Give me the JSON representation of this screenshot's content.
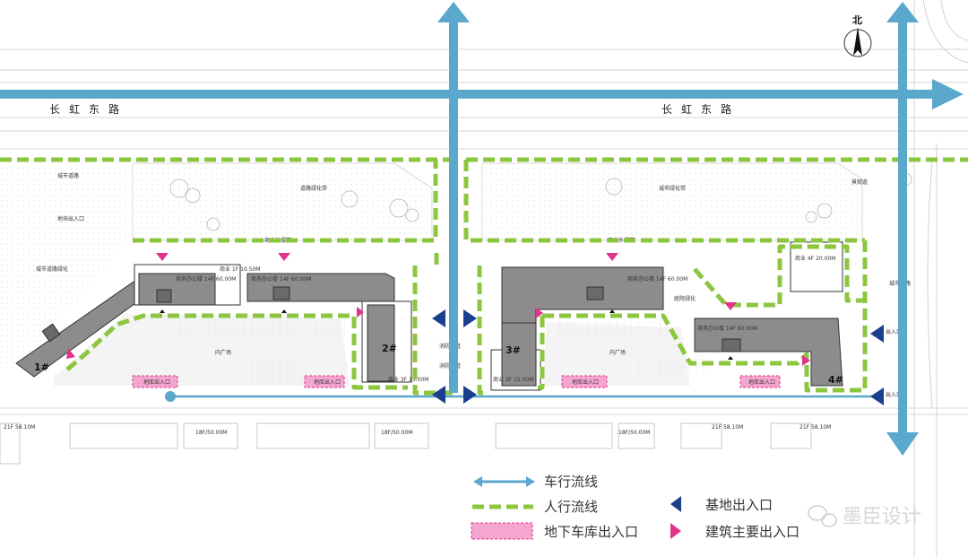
{
  "roads": {
    "main_road_left": "长虹东路",
    "main_road_right": "长虹东路"
  },
  "north_label": "北",
  "building_numbers": {
    "b1": "1#",
    "b2": "2#",
    "b3": "3#",
    "b4": "4#"
  },
  "site_labels": {
    "green_belt_left": "道路绿化带",
    "green_belt_right": "城市绿化带",
    "left_edge_1": "城市道路",
    "left_edge_2": "地块出入口",
    "left_edge_3": "城市道路绿化",
    "commercial_strip": "商业外摆带",
    "commercial_strip_right": "商业外摆带",
    "plaza_left": "内广场",
    "plaza_right": "内广场",
    "greening_right": "庭院绿化",
    "gap_1": "消防通道",
    "gap_2": "消防通道",
    "b1_tag": "商务办公楼 14F 60.00M",
    "b1_tag_2": "商业 1F 10.50M",
    "b2_tag": "商务办公楼 14F 60.00M",
    "b2_tag_2": "商业 3F 15.00M",
    "b3_tag": "商务办公楼 14F 60.00M",
    "b3_tag_2": "商业 3F 15.00M",
    "b4_tag": "商务办公楼 14F 60.00M",
    "b4_tag_2": "商业 4F 20.00M",
    "garage_1": "地库出入口",
    "garage_2": "地库出入口",
    "garage_3": "地库出入口",
    "garage_4": "地库出入口",
    "right_edge_1": "出入口",
    "right_edge_2": "出入口",
    "right_edge_3": "城市道路",
    "top_right": "景观道",
    "res_1": "21F 58.10M",
    "res_2": "18F/50.00M",
    "res_3": "18F/50.00M",
    "res_4": "18F/50.00M",
    "res_5": "21F 58.10M",
    "res_6": "21F 58.10M"
  },
  "legend": {
    "vehicle_flow": "车行流线",
    "pedestrian_flow": "人行流线",
    "garage_entrance": "地下车库出入口",
    "site_entrance": "基地出入口",
    "building_entrance": "建筑主要出入口"
  },
  "watermark": "墨臣设计",
  "colors": {
    "vehicle": "#5aa8cc",
    "pedestrian": "#8cc63f",
    "garage_fill": "#f5a6d0",
    "garage_border": "#e0338a",
    "site_entrance": "#1b3f8f",
    "building_entrance": "#e0338a",
    "building": "#8c8c8c"
  },
  "icons": {
    "site_entrance": "navy-triangle-icon",
    "building_entrance": "magenta-triangle-icon",
    "north": "north-arrow-icon",
    "watermark": "wechat-icon"
  }
}
